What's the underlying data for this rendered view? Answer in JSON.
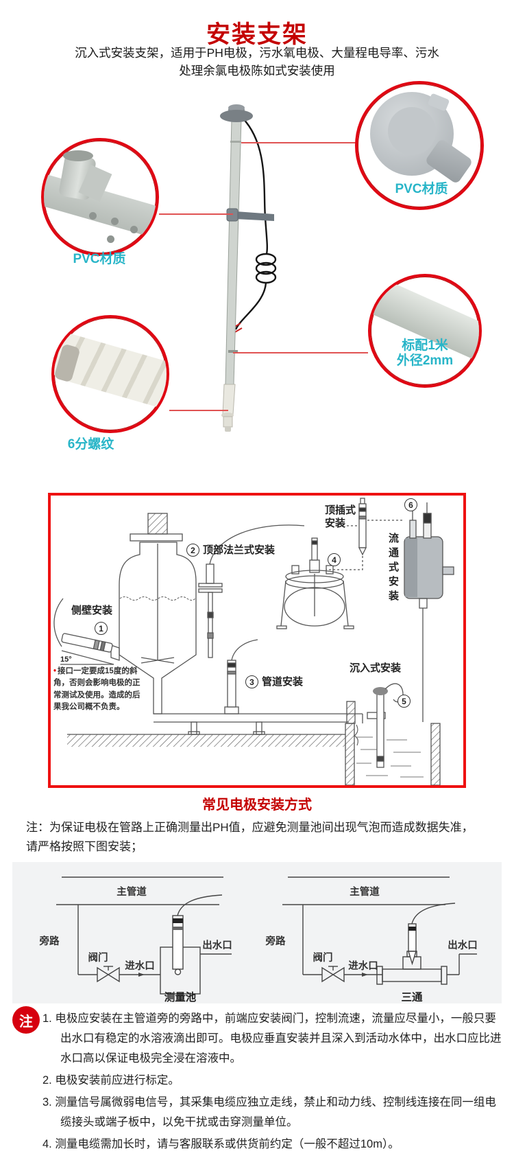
{
  "header": {
    "title": "安装支架",
    "subtitle_line1": "沉入式安装支架，适用于PH电极，污水氧电极、大量程电导率、污水",
    "subtitle_line2": "处理余氯电极陈如式安装使用"
  },
  "figure": {
    "callouts": [
      {
        "label": "PVC材质"
      },
      {
        "label": "PVC材质"
      },
      {
        "label_line1": "标配1米",
        "label_line2": "外径2mm"
      },
      {
        "label": "6分螺纹"
      }
    ]
  },
  "diagram": {
    "caption": "常见电极安装方式",
    "labels": {
      "side_wall": "侧壁安装",
      "num1": "1",
      "angle": "15°",
      "num2": "2",
      "top_flange": "顶部法兰式安装",
      "top_insert_line1": "顶插式",
      "top_insert_line2": "安装",
      "num4": "4",
      "num6": "6",
      "flow_through": "流通式安装",
      "num3": "3",
      "pipeline": "管道安装",
      "submersible": "沉入式安装",
      "num5": "5",
      "warning_bullet": "•",
      "warning": "接口一定要成15度的斜角，否则会影响电极的正常测试及使用。造成的后果我公司概不负责。"
    }
  },
  "note": {
    "line1": "注：为保证电极在管路上正确测量出PH值，应避免测量池间出现气泡而造成数据失准，",
    "line2": "请严格按照下图安装；"
  },
  "piping": {
    "left": {
      "main_pipe": "主管道",
      "bypass": "旁路",
      "valve": "阀门",
      "inlet": "进水口",
      "outlet": "出水口",
      "caption": "测量池"
    },
    "right": {
      "main_pipe": "主管道",
      "bypass": "旁路",
      "valve": "阀门",
      "inlet": "进水口",
      "outlet": "出水口",
      "caption": "三通"
    }
  },
  "notes": {
    "badge": "注",
    "items": [
      "1. 电极应安装在主管道旁的旁路中，前端应安装阀门，控制流速，流量应尽量小，一般只要出水口有稳定的水溶液滴出即可。电极应垂直安装并且深入到活动水体中，出水口应比进水口高以保证电极完全浸在溶液中。",
      "2. 电极安装前应进行标定。",
      "3. 测量信号属微弱电信号，其采集电缆应独立走线，禁止和动力线、控制线连接在同一组电缆接头或端子板中，以免干扰或击穿测量单位。",
      "4. 测量电缆需加长时，请与客服联系或供货前约定（一般不超过10m）。"
    ]
  },
  "colors": {
    "accent_red": "#c40000",
    "label_cyan": "#28b5c8",
    "border_red": "#ee1111",
    "badge_red": "#d6000f"
  }
}
